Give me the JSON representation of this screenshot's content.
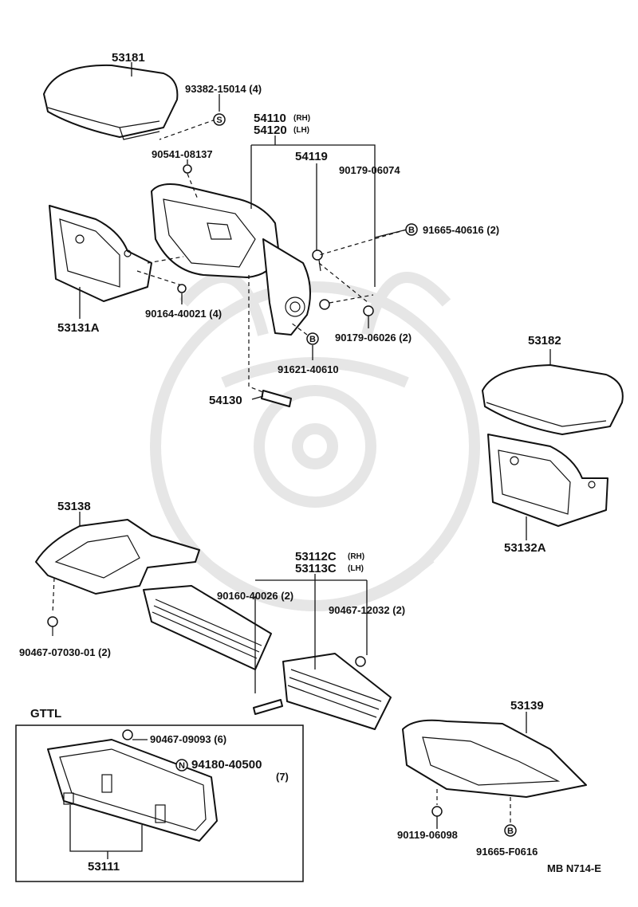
{
  "callouts": {
    "p53181": "53181",
    "p93382": "93382-15014 (4)",
    "p54110": "54110",
    "p54110_side": "(RH)",
    "p54120": "54120",
    "p54120_side": "(LH)",
    "p90541": "90541-08137",
    "p54119": "54119",
    "p90179a": "90179-06074",
    "p91665a": "91665-40616 (2)",
    "p53131A": "53131A",
    "p90164": "90164-40021 (4)",
    "p90179b": "90179-06026 (2)",
    "p91621": "91621-40610",
    "p54130": "54130",
    "p53182": "53182",
    "p53132A": "53132A",
    "p53138": "53138",
    "p53112C": "53112C",
    "p53112C_side": "(RH)",
    "p53113C": "53113C",
    "p53113C_side": "(LH)",
    "p90160": "90160-40026 (2)",
    "p90467a": "90467-12032 (2)",
    "p90467b": "90467-07030-01 (2)",
    "gttl": "GTTL",
    "p90467c": "90467-09093 (6)",
    "p94180": "94180-40500",
    "p94180_qty": "(7)",
    "p53111": "53111",
    "p53139": "53139",
    "p90119": "90119-06098",
    "p91665b": "91665-F0616",
    "diagram_code": "MB N714-E"
  },
  "symbols": {
    "s": "S",
    "b": "B",
    "n": "N"
  }
}
